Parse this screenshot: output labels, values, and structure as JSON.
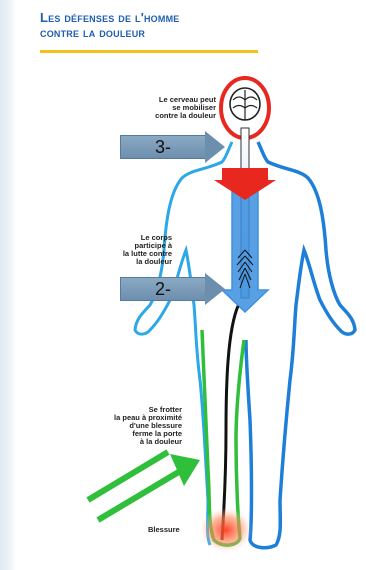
{
  "title": {
    "line1": "Les défenses de l'homme",
    "line2": "contre la douleur"
  },
  "labels": {
    "brain": [
      "Le cerveau peut",
      "se mobiliser",
      "contre la douleur"
    ],
    "body": [
      "Le corps",
      "participe à",
      "la lutte contre",
      "la douleur"
    ],
    "rub": [
      "Se frotter",
      "la peau à proximité",
      "d'une blessure",
      "ferme la porte",
      "à la douleur"
    ],
    "wound": "Blessure"
  },
  "callouts": {
    "top": "3-",
    "bottom": "2-"
  },
  "colors": {
    "title": "#1f5fb0",
    "rule": "#f1c21b",
    "outline_blue": "#1e7fd8",
    "outline_green": "#2fbf3a",
    "red": "#e8281e",
    "callout": "#6d8fae"
  }
}
